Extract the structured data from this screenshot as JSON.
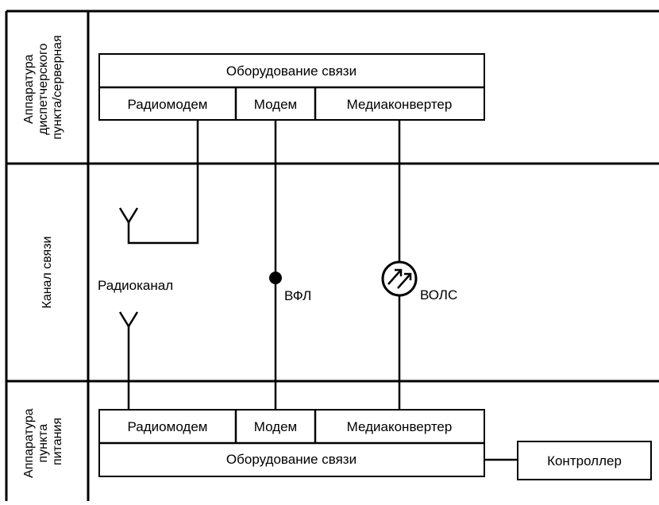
{
  "rows": {
    "top": [
      "Аппаратура",
      "диспетчерского",
      "пункта/серверная"
    ],
    "middle": [
      "Канал связи"
    ],
    "bottom": [
      "Аппаратура",
      "пункта",
      "питания"
    ]
  },
  "top_block": {
    "equipment": "Оборудование связи",
    "radiomodem": "Радиомодем",
    "modem": "Модем",
    "mediaconverter": "Медиаконвертер"
  },
  "bottom_block": {
    "equipment": "Оборудование связи",
    "radiomodem": "Радиомодем",
    "modem": "Модем",
    "mediaconverter": "Медиаконвертер"
  },
  "channels": {
    "radio": "Радиоканал",
    "wire": "ВФЛ",
    "fiber": "ВОЛС"
  },
  "controller": "Контроллер",
  "colors": {
    "line": "#000000",
    "background": "#ffffff"
  },
  "icons": [
    "antenna-icon",
    "antenna-icon",
    "wire-node-icon",
    "fiber-optic-icon"
  ]
}
